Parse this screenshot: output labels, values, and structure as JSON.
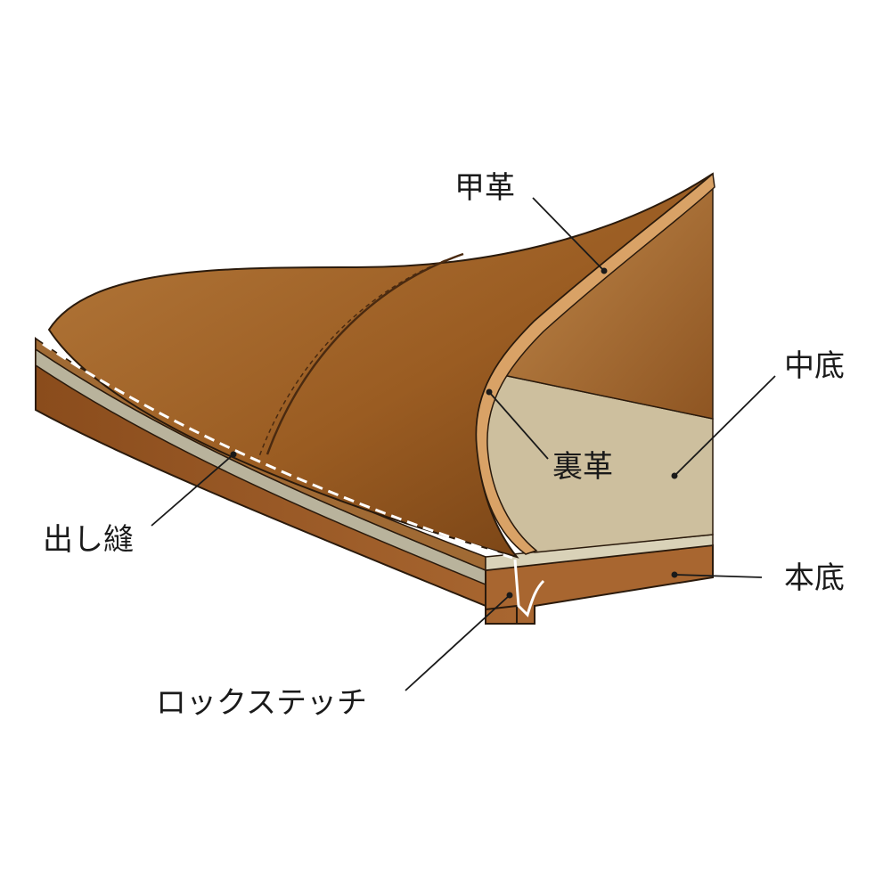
{
  "labels": {
    "upper_leather": "甲革",
    "insole": "中底",
    "lining": "裏革",
    "welt_stitch": "出し縫",
    "outsole": "本底",
    "lock_stitch": "ロックステッチ"
  },
  "colors": {
    "upper_dark": "#7a4514",
    "upper_mid": "#a86a2c",
    "upper_light": "#c58e4f",
    "insole_surface": "#cdbf9e",
    "sole_edge": "#8c4f1e",
    "midlayer": "#b9b39c",
    "line": "#2a1a0c"
  }
}
